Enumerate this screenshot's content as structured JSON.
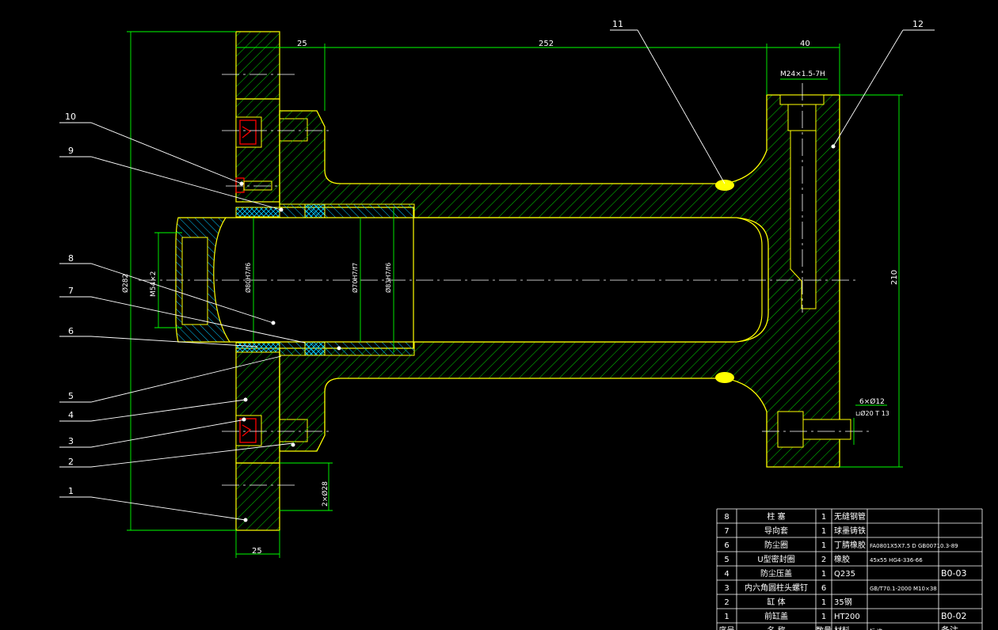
{
  "dimensions": {
    "d25_top": "25",
    "d252": "252",
    "d40": "40",
    "d25_bottom": "25",
    "d210": "210",
    "thread_top": "M24×1.5-7H",
    "holes": "6×Ø12",
    "counterbore": "⊔Ø20 T 13",
    "dia_flange": "Ø282",
    "dia_rod_thread": "M54×2",
    "dia_80": "Ø80H7/f6",
    "dia_70": "Ø70H7/f7",
    "dia_83": "Ø83H7/f6",
    "bolt_holes": "2×Ø28"
  },
  "balloons": [
    {
      "num": "11"
    },
    {
      "num": "12"
    },
    {
      "num": "10"
    },
    {
      "num": "9"
    },
    {
      "num": "8"
    },
    {
      "num": "7"
    },
    {
      "num": "6"
    },
    {
      "num": "5"
    },
    {
      "num": "4"
    },
    {
      "num": "3"
    },
    {
      "num": "2"
    },
    {
      "num": "1"
    }
  ],
  "bom": [
    {
      "no": "8",
      "name": "柱 塞",
      "qty": "1",
      "material": "无缝钢管",
      "standard": "",
      "code": ""
    },
    {
      "no": "7",
      "name": "导向套",
      "qty": "1",
      "material": "球墨铸铁",
      "standard": "",
      "code": ""
    },
    {
      "no": "6",
      "name": "防尘圈",
      "qty": "1",
      "material": "丁腈橡胶",
      "standard": "FA0801X5X7.5 D GB00710.3-89",
      "code": ""
    },
    {
      "no": "5",
      "name": "U型密封圈",
      "qty": "2",
      "material": "橡胶",
      "standard": "45x55 HG4-336-66",
      "code": ""
    },
    {
      "no": "4",
      "name": "防尘压盖",
      "qty": "1",
      "material": "Q235",
      "standard": "",
      "code": "B0-03"
    },
    {
      "no": "3",
      "name": "内六角圆柱头螺钉",
      "qty": "6",
      "material": "",
      "standard": "GB/T70.1-2000 M10×38",
      "code": ""
    },
    {
      "no": "2",
      "name": "缸 体",
      "qty": "1",
      "material": "35钢",
      "standard": "",
      "code": ""
    },
    {
      "no": "1",
      "name": "前缸盖",
      "qty": "1",
      "material": "HT200",
      "standard": "",
      "code": "B0-02"
    }
  ],
  "bom_header": {
    "no": "序号",
    "name": "名 称",
    "qty": "数量",
    "material": "材料",
    "standard": "标 准",
    "code": "备注"
  },
  "colors": {
    "outline": "#ffff00",
    "hatch": "#00ff00",
    "dim": "#00ff00",
    "white": "#ffffff",
    "red": "#ff0000",
    "cyan": "#00c8ff"
  }
}
